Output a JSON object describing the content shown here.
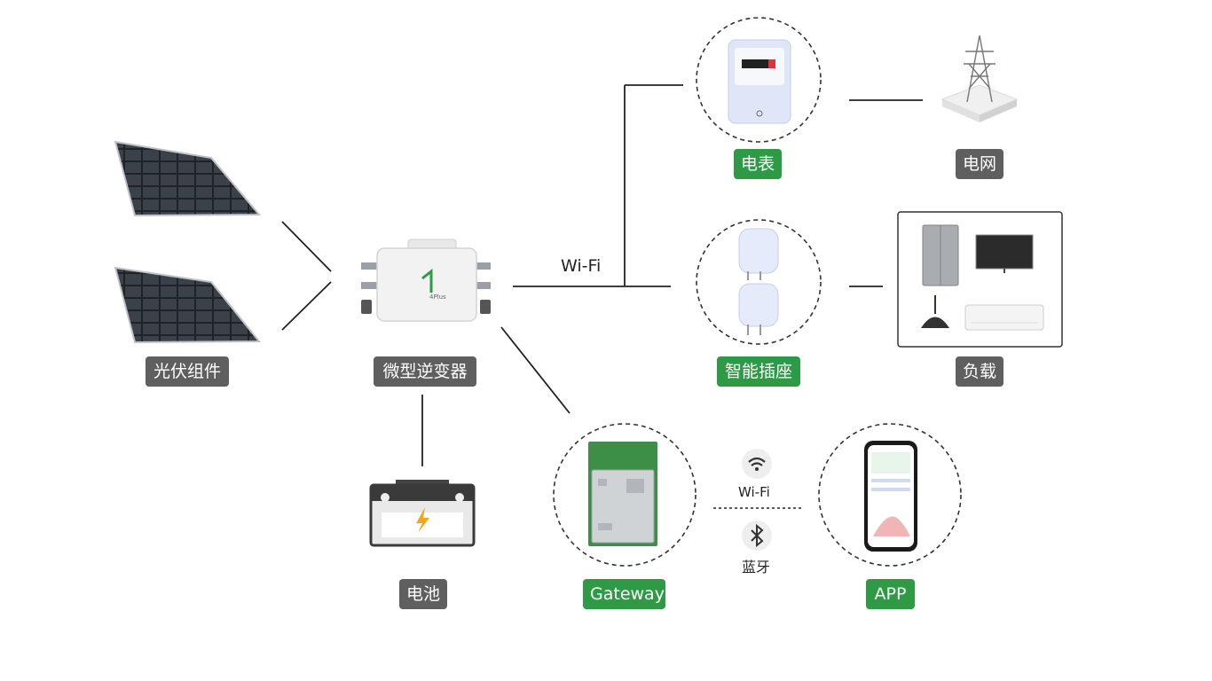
{
  "nodes": {
    "pv_modules": "光伏组件",
    "micro_inverter": "微型逆变器",
    "battery": "电池",
    "meter": "电表",
    "grid": "电网",
    "smart_plug": "智能插座",
    "load": "负载",
    "gateway": "Gateway",
    "app": "APP"
  },
  "links": {
    "inverter_wifi": "Wi-Fi",
    "gateway_app_wifi": "Wi-Fi",
    "gateway_app_bluetooth": "蓝牙"
  },
  "inverter_logo_text": "4Plus",
  "colors": {
    "green_label": "#2f9a46",
    "gray_label": "#5f5f5f",
    "line": "#222222"
  }
}
